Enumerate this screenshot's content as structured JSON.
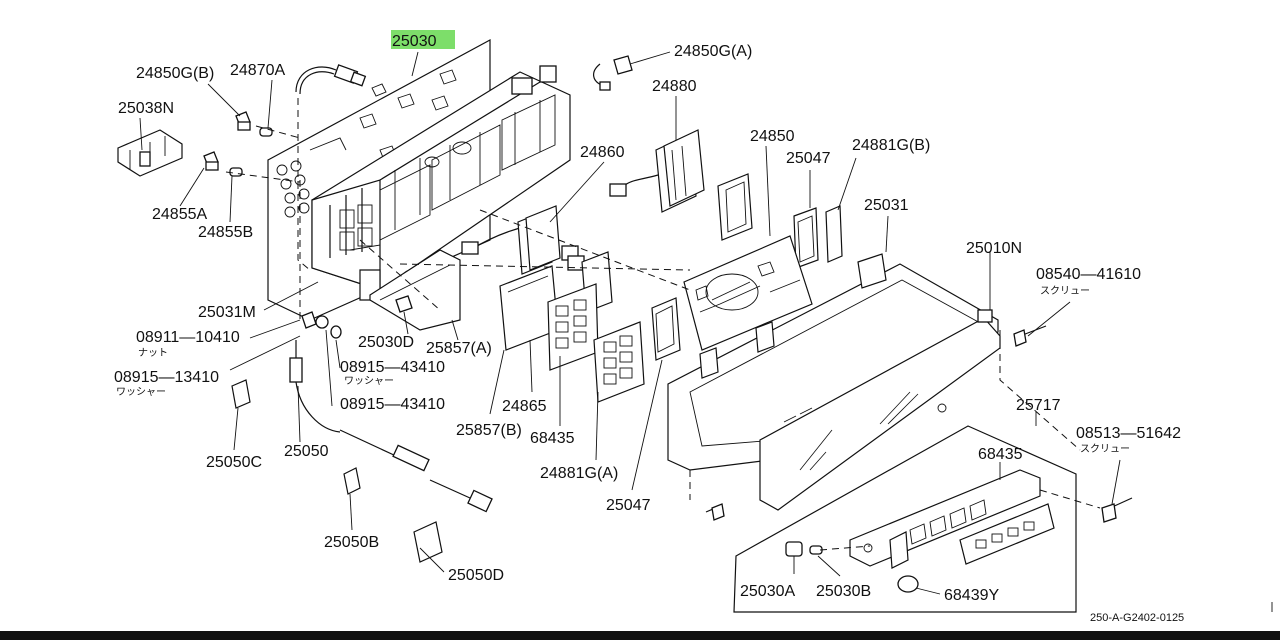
{
  "diagram": {
    "highlight_color": "#7dde6a",
    "ink_color": "#111111",
    "reference_code": "250-A-G2402-0125",
    "labels": {
      "p25030": "25030",
      "p24850GB": "24850G(B)",
      "p24870A": "24870A",
      "p25038N": "25038N",
      "p24855A": "24855A",
      "p24855B": "24855B",
      "p24850GA": "24850G(A)",
      "p24880": "24880",
      "p24860": "24860",
      "p24850": "24850",
      "p25047top": "25047",
      "p24881GB": "24881G(B)",
      "p25031": "25031",
      "p25010N": "25010N",
      "p08540": "08540—41610",
      "screw1": "スクリュー",
      "p25031M": "25031M",
      "p08911": "08911—10410",
      "nut": "ナット",
      "p25030D": "25030D",
      "p25857A": "25857(A)",
      "p08915a": "08915—43410",
      "washer1": "ワッシャー",
      "p08915b": "08915—13410",
      "washer2": "ワッシャー",
      "p08915c": "08915—43410",
      "p24865": "24865",
      "p25857B": "25857(B)",
      "p68435left": "68435",
      "p24881GA": "24881G(A)",
      "p25047bottom": "25047",
      "p25050C": "25050C",
      "p25050": "25050",
      "p25050B": "25050B",
      "p25050D": "25050D",
      "p25717": "25717",
      "p08513": "08513—51642",
      "screw2": "スクリュー",
      "p68435right": "68435",
      "p25030A": "25030A",
      "p25030B": "25030B",
      "p68439Y": "68439Y"
    }
  }
}
